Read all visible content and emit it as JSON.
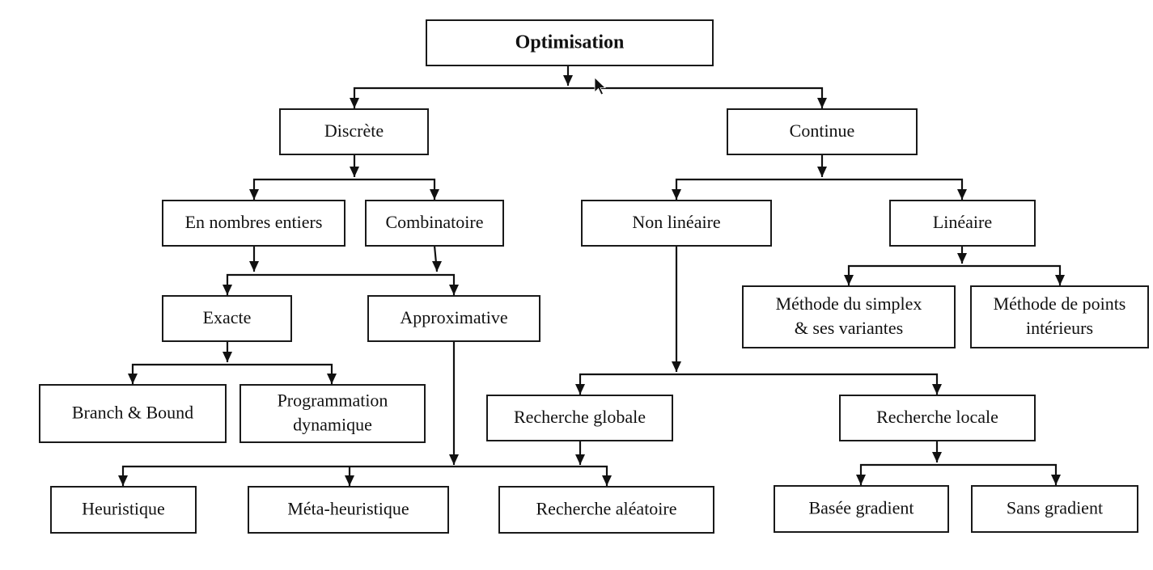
{
  "nodes": {
    "optimisation": [
      "Optimisation"
    ],
    "discrete": [
      "Discrète"
    ],
    "continue": [
      "Continue"
    ],
    "entiers": [
      "En nombres entiers"
    ],
    "combinatoire": [
      "Combinatoire"
    ],
    "non_lineaire": [
      "Non linéaire"
    ],
    "lineaire": [
      "Linéaire"
    ],
    "exacte": [
      "Exacte"
    ],
    "approximative": [
      "Approximative"
    ],
    "simplex": [
      "Méthode du simplex",
      "& ses variantes"
    ],
    "points_interieurs": [
      "Méthode de points",
      "intérieurs"
    ],
    "branch_bound": [
      "Branch & Bound"
    ],
    "prog_dyn": [
      "Programmation",
      "dynamique"
    ],
    "recherche_globale": [
      "Recherche globale"
    ],
    "recherche_locale": [
      "Recherche locale"
    ],
    "heuristique": [
      "Heuristique"
    ],
    "meta_heuristique": [
      "Méta-heuristique"
    ],
    "recherche_aleatoire": [
      "Recherche aléatoire"
    ],
    "basee_gradient": [
      "Basée gradient"
    ],
    "sans_gradient": [
      "Sans gradient"
    ]
  },
  "colors": {
    "line": "#111111",
    "box_border": "#1a1a1a",
    "title_accent": "#1a5fb4"
  }
}
